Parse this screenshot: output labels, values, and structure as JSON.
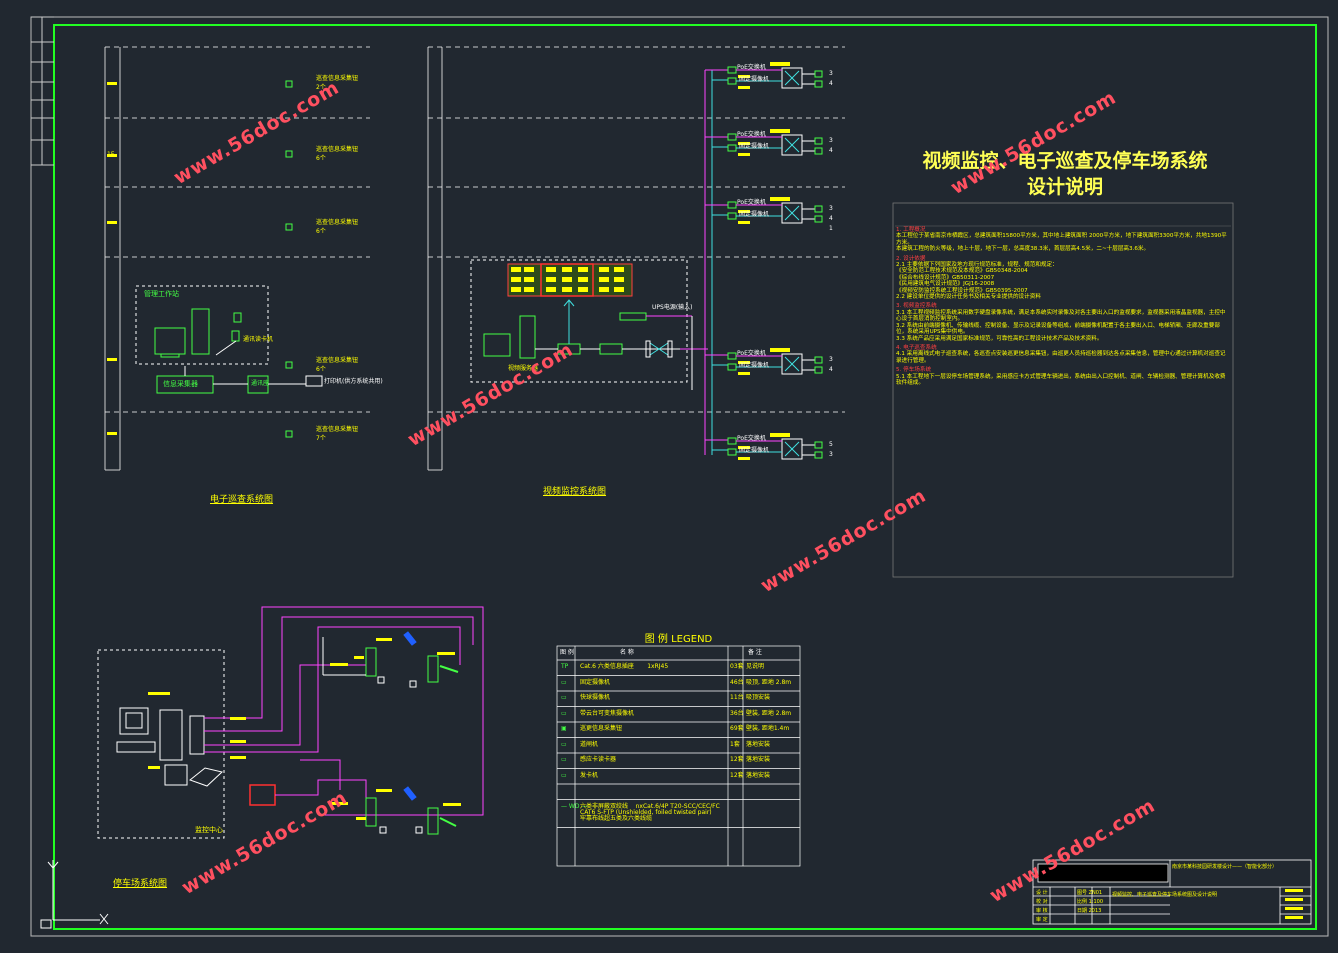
{
  "main_title_line1": "视频监控、电子巡查及停车场系统",
  "main_title_line2": "设计说明",
  "legend": {
    "title": "图    例 LEGEND",
    "header": {
      "sym": "图 例",
      "name": "名    称",
      "note": "备    注"
    },
    "rows": [
      {
        "sym": "TP",
        "name": "Cat.6 六类信息插座       1xRJ45",
        "note": "03套  见说明"
      },
      {
        "sym": "▭",
        "name": "固定摄像机",
        "note": "46台  吸顶, 距地 2.8m"
      },
      {
        "sym": "▭",
        "name": "快球摄像机",
        "note": "11台  吸顶安装"
      },
      {
        "sym": "▭",
        "name": "带云台可变焦摄像机",
        "note": "36台  壁装, 距地 2.8m"
      },
      {
        "sym": "▣",
        "name": "巡更信息采集钮",
        "note": "69套  壁装, 距地1.4m"
      },
      {
        "sym": "▭",
        "name": "道闸机",
        "note": "1套  落地安装"
      },
      {
        "sym": "▭",
        "name": "感应卡读卡器",
        "note": "12套  落地安装"
      },
      {
        "sym": "▭",
        "name": "发卡机",
        "note": "12套  落地安装"
      },
      {
        "sym": "",
        "name": "",
        "note": ""
      },
      {
        "sym": "— WD —",
        "name": "六类非屏蔽双绞线    nxCat.6/4P T20-SCC/CEC/FC\nCAT6 S-FTP (Unshielded, foiled twisted pair)\n牢靠布线超五类及六类线缆",
        "note": ""
      }
    ]
  },
  "notes": [
    {
      "h": "1. 工程概况"
    },
    {
      "p": "本工程位于某省南京市栖霞区，总建筑面积15800平方米，其中地上建筑面积 2000平方米，地下建筑面积3300平方米，共地1390平方米。"
    },
    {
      "p": "本建筑工程的防火等级，地上十层，地下一层，总高度38.3米，首层层高4.5米，二~十层层高3.6米。"
    },
    {
      "h": "2. 设计依据"
    },
    {
      "p": "2.1  主要依据下列国家及地方现行规范标准，规程、规范和规定："
    },
    {
      "p": "      《安全防范工程技术规范及本规范》GB50348-2004"
    },
    {
      "p": "      《综合布线设计规范》GB50311-2007"
    },
    {
      "p": "      《民用建筑电气设计规范》JGJ16-2008"
    },
    {
      "p": "      《视频安防监控系统工程设计规范》GB50395-2007"
    },
    {
      "p": "2.2  建设单位提供的设计任务书及相关专业提供的设计资料"
    },
    {
      "h": "3. 视频监控系统"
    },
    {
      "p": "3.1    本工程视频监控系统采用数字硬盘录像系统，满足本系统实时录像及对各主要出入口的监视要求，监视器采用液晶监视器，主控中心设于首层消防控制室内。"
    },
    {
      "p": "3.2    系统由前端摄像机、传输线缆、控制设备、显示及记录设备等组成，前端摄像机配置于各主要出入口、电梯轿厢、走廊及重要部位，系统采用UPS集中供电。"
    },
    {
      "p": "3.3    系统产品应采用满足国家标准规范，可靠性高的工程设计技术产品及技术资料。"
    },
    {
      "h": "4. 电子巡查系统"
    },
    {
      "p": "4.1  采用离线式电子巡查系统，各巡查点安装巡更信息采集钮，由巡更人员持巡检器到达各点采集信息，管理中心通过计算机对巡查记录进行管理。"
    },
    {
      "h": "5. 停车场系统"
    },
    {
      "p": "5.1  本工程地下一层设停车场管理系统，采用感应卡方式管理车辆进出，系统由出入口控制机、道闸、车辆检测器、管理计算机及收费软件组成。"
    }
  ],
  "patrol_diagram": {
    "caption": "电子巡查系统图",
    "workstation": "管理工作站",
    "collector": "信息采集器",
    "converter": "通讯座",
    "printer": "打印机(供方系统共用)",
    "reader_label": "通讯读卡机",
    "floor_labels": [
      "巡查信息采集钮\n2个",
      "巡查信息采集钮\n6个",
      "巡查信息采集钮\n6个",
      "巡查信息采集钮\n6个",
      "巡查信息采集钮\n7个"
    ],
    "side_label": "1F"
  },
  "video_diagram": {
    "caption": "视频监控系统图",
    "ups": "UPS电源(输入)",
    "host": "视频服务器",
    "cam_label": "固定摄像机",
    "poe_label": "PoE交换机",
    "numbers": [
      "3",
      "4",
      "3",
      "4",
      "3",
      "4",
      "1",
      "3",
      "4",
      "5",
      "3",
      "5"
    ]
  },
  "parking_diagram": {
    "caption": "停车场系统图",
    "room": "监控中心"
  },
  "title_block": {
    "project": "南京市某科技园研发楼设计——（智能化部分）",
    "drawing": "视频监控、电子巡查及停车场系统图及设计说明",
    "labels": [
      "设 计",
      "校 对",
      "审 核",
      "审 定"
    ],
    "meta": [
      "图号 ZN01",
      "比例 1:100",
      "日期 2013"
    ]
  },
  "watermark": "www.56doc.com",
  "colors": {
    "bg": "#212830",
    "frame": "#22ff22",
    "yellow": "#ffff00",
    "green": "#44ff44",
    "magenta": "#ff44ff",
    "cyan": "#40e0e0",
    "red": "#ff4040"
  }
}
